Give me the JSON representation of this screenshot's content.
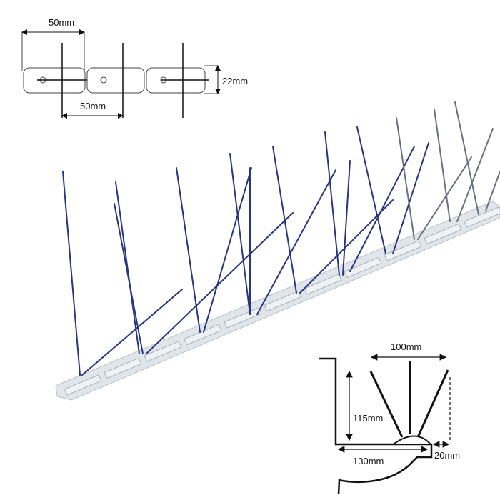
{
  "top_diagram": {
    "spacing_top_label": "50mm",
    "spacing_bottom_label": "50mm",
    "width_label": "22mm"
  },
  "profile_diagram": {
    "spread_label": "100mm",
    "height_label": "115mm",
    "base_label": "130mm",
    "overhang_label": "20mm"
  },
  "colors": {
    "spike_wire": "#2a3580",
    "spike_wire_far": "#6a6f80",
    "base_strip": "#d6dde2",
    "line": "#111111"
  }
}
